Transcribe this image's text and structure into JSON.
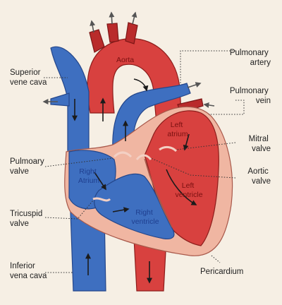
{
  "colors": {
    "oxygen_poor": "#3e6fc0",
    "oxygen_rich": "#d8413f",
    "muscle": "#f0b6a2",
    "background": "#f6efe4"
  },
  "labels": {
    "superior_vena_cava": [
      "Superior",
      "vene cava"
    ],
    "aorta": "Aorta",
    "pulmonary_artery": [
      "Pulmonary",
      "artery"
    ],
    "pulmonary_vein": [
      "Pulmonary",
      "vein"
    ],
    "left_atrium": [
      "Left",
      "atrium"
    ],
    "mitral_valve": [
      "Mitral",
      "valve"
    ],
    "pulmonary_valve": [
      "Pulmoary",
      "valve"
    ],
    "right_atrium": [
      "Right",
      "Atrium"
    ],
    "aortic_valve": [
      "Aortic",
      "valve"
    ],
    "left_ventricle": [
      "Left",
      "ventricle"
    ],
    "tricuspid_valve": [
      "Tricuspid",
      "valve"
    ],
    "right_ventricle": [
      "Right",
      "ventricle"
    ],
    "inferior_vena_cava": [
      "Inferior",
      "vena cava"
    ],
    "pericardium": "Pericardium"
  }
}
